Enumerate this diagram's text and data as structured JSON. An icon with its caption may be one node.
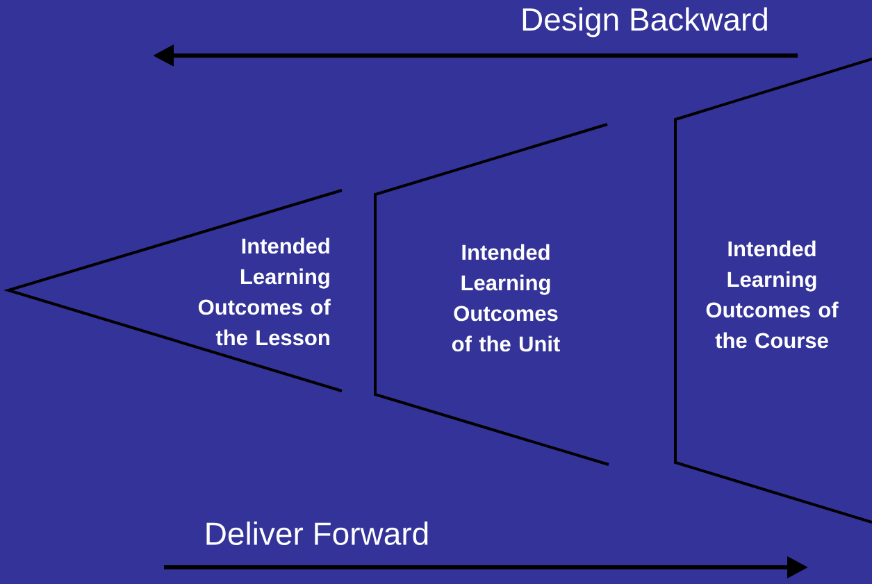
{
  "diagram": {
    "nodes": [
      {
        "text": [
          "Intended Learning Outcomes of the Lesson"
        ]
      },
      {
        "text": [
          "Intended Learning Outcomes of the Unit"
        ]
      },
      {
        "text": [
          "Intended Learning Outcomes of the Course"
        ]
      }
    ],
    "labels": [
      "Design Backward",
      "Deliver Forward"
    ]
  }
}
